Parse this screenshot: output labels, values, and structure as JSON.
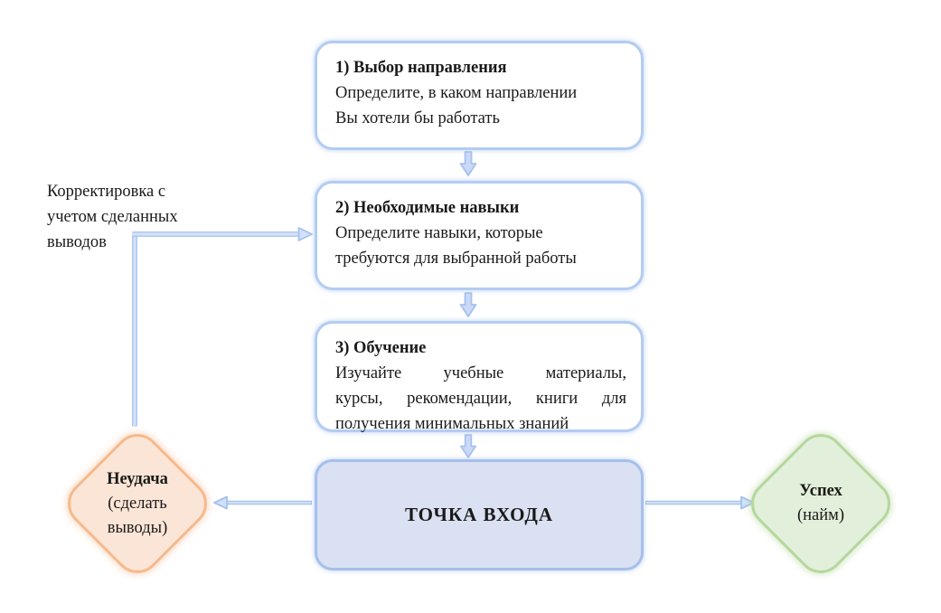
{
  "diagram": {
    "feedback_label": "Корректировка с учетом сделанных выводов",
    "steps": [
      {
        "title": "1) Выбор направления",
        "body_lines": [
          "Определите, в каком направлении",
          "Вы хотели бы работать"
        ]
      },
      {
        "title": "2) Необходимые навыки",
        "body_lines": [
          "Определите навыки, которые",
          "требуются для выбранной работы"
        ]
      },
      {
        "title": "3) Обучение",
        "body_lines": [
          "Изучайте учебные материалы,",
          "курсы, рекомендации, книги для",
          "получения минимальных знаний"
        ]
      }
    ],
    "entry_label": "ТОЧКА ВХОДА",
    "failure": {
      "title": "Неудача",
      "note": "(сделать выводы)"
    },
    "success": {
      "title": "Успех",
      "note": "(найм)"
    },
    "colors": {
      "arrow_blue": "#a6c1ee",
      "step_border": "#b3ccf2",
      "entry_fill": "#d9e1f2",
      "entry_border": "#a6bfec",
      "failure_fill": "#fbe5d6",
      "failure_border": "#f5ba8e",
      "success_fill": "#e2efda",
      "success_border": "#b5d79d"
    }
  }
}
